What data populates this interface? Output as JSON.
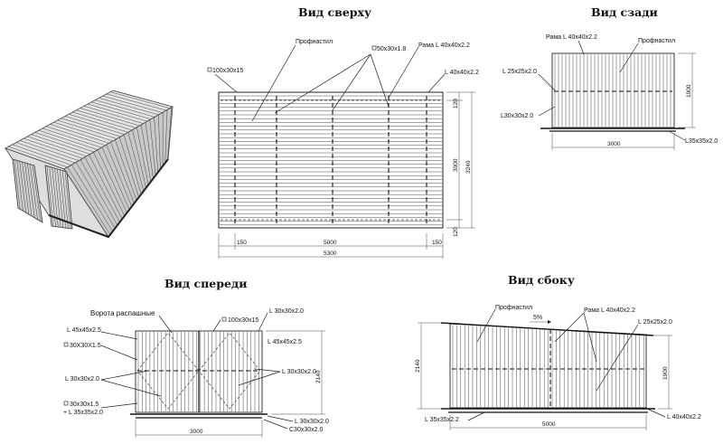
{
  "titles": {
    "top": "Вид сверху",
    "back": "Вид сзади",
    "front": "Вид спереди",
    "side": "Вид сбоку"
  },
  "top_view": {
    "labels": {
      "profnastil": "Профнастил",
      "pipe_50": "50x30x1.8",
      "frame": "Рама L 40x40x2.2",
      "pipe_100": "100x30x15",
      "angle_40": "L 40x40x2.2"
    },
    "dims": {
      "left": "150",
      "mid": "5000",
      "right": "150",
      "total": "5300",
      "v_top": "120",
      "v_mid": "3000",
      "v_bot": "120",
      "v_total": "3240"
    }
  },
  "back_view": {
    "labels": {
      "frame": "Рама L 40x40x2.2",
      "profnastil": "Профнастил",
      "angle_25": "L 25x25x2.0",
      "angle_30": "L30x30x2.0",
      "angle_35": "L35x35x2.0"
    },
    "dims": {
      "width": "3000",
      "height": "1900"
    }
  },
  "front_view": {
    "labels": {
      "gate": "Ворота распашные",
      "pipe_100": "100x30x15",
      "angle_30_top": "L 30x30x2.0",
      "angle_45_left": "L 45x45x2.5",
      "pipe_30_15": "30X30X1.5",
      "angle_45_right": "L 45x45x2.5",
      "angle_30_left": "L 30x30x2.0",
      "angle_30_right": "L 30x30x2.0",
      "pipe_30_bottom": "30x30x1.5",
      "angle_35_bottom": "+ L 35x35x2.0",
      "angle_30_bottom": "L 30x30x2.0",
      "channel_30": "C30x30x2.0"
    },
    "dims": {
      "width": "3000",
      "height": "2140"
    }
  },
  "side_view": {
    "labels": {
      "profnastil": "Профнастил",
      "frame": "Рама L 40x40x2.2",
      "slope": "5%",
      "angle_25": "L 25x25x2.0",
      "angle_35": "L 35x35x2.2",
      "angle_40": "L 40x40x2.2"
    },
    "dims": {
      "width": "5000",
      "height_left": "2140",
      "height_right": "1900"
    }
  }
}
